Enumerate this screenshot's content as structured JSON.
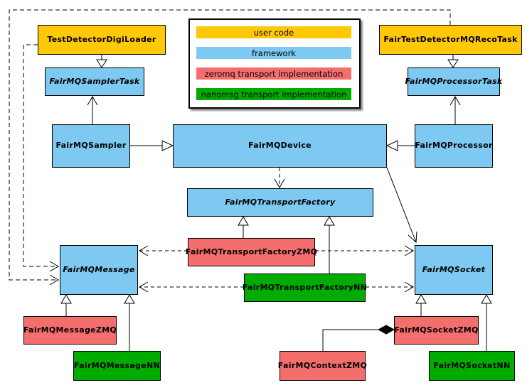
{
  "colors": {
    "user_code": "#FFC808",
    "framework": "#7DC9F1",
    "zeromq": "#F56E6E",
    "nanomsg": "#00AC00",
    "line": "#000000",
    "background": "#FFFFFF"
  },
  "legend": {
    "items": [
      {
        "label": "user code",
        "color_key": "user_code"
      },
      {
        "label": "framework",
        "color_key": "framework"
      },
      {
        "label": "zeromq transport implementation",
        "color_key": "zeromq"
      },
      {
        "label": "nanomsg transport implementation",
        "color_key": "nanomsg"
      }
    ]
  },
  "nodes": {
    "digiloader": {
      "label": "TestDetectorDigiLoader",
      "category": "user code",
      "abstract": false
    },
    "recotask": {
      "label": "FairTestDetectorMQRecoTask",
      "category": "user code",
      "abstract": false
    },
    "samplertask": {
      "label": "FairMQSamplerTask",
      "category": "framework",
      "abstract": true
    },
    "processortask": {
      "label": "FairMQProcessorTask",
      "category": "framework",
      "abstract": true
    },
    "sampler": {
      "label": "FairMQSampler",
      "category": "framework",
      "abstract": false
    },
    "device": {
      "label": "FairMQDevice",
      "category": "framework",
      "abstract": false
    },
    "processor": {
      "label": "FairMQProcessor",
      "category": "framework",
      "abstract": false
    },
    "transportfactory": {
      "label": "FairMQTransportFactory",
      "category": "framework",
      "abstract": true
    },
    "tfzmq": {
      "label": "FairMQTransportFactoryZMQ",
      "category": "zeromq",
      "abstract": false
    },
    "tfnn": {
      "label": "FairMQTransportFactoryNN",
      "category": "nanomsg",
      "abstract": false
    },
    "message": {
      "label": "FairMQMessage",
      "category": "framework",
      "abstract": true
    },
    "socket": {
      "label": "FairMQSocket",
      "category": "framework",
      "abstract": true
    },
    "messagezmq": {
      "label": "FairMQMessageZMQ",
      "category": "zeromq",
      "abstract": false
    },
    "messagenn": {
      "label": "FairMQMessageNN",
      "category": "nanomsg",
      "abstract": false
    },
    "socketzmq": {
      "label": "FairMQSocketZMQ",
      "category": "zeromq",
      "abstract": false
    },
    "socketnn": {
      "label": "FairMQSocketNN",
      "category": "nanomsg",
      "abstract": false
    },
    "contextzmq": {
      "label": "FairMQContextZMQ",
      "category": "zeromq",
      "abstract": false
    }
  },
  "edges": [
    {
      "from": "TestDetectorDigiLoader",
      "to": "FairMQSamplerTask",
      "type": "inheritance"
    },
    {
      "from": "FairTestDetectorMQRecoTask",
      "to": "FairMQProcessorTask",
      "type": "inheritance"
    },
    {
      "from": "FairMQSampler",
      "to": "FairMQSamplerTask",
      "type": "association-arrow"
    },
    {
      "from": "FairMQProcessor",
      "to": "FairMQProcessorTask",
      "type": "association-arrow"
    },
    {
      "from": "FairMQSampler",
      "to": "FairMQDevice",
      "type": "inheritance"
    },
    {
      "from": "FairMQProcessor",
      "to": "FairMQDevice",
      "type": "inheritance"
    },
    {
      "from": "FairMQDevice",
      "to": "FairMQTransportFactory",
      "type": "dashed-dependency"
    },
    {
      "from": "FairMQDevice",
      "to": "FairMQSocket",
      "type": "association-arrow"
    },
    {
      "from": "FairMQTransportFactoryZMQ",
      "to": "FairMQTransportFactory",
      "type": "inheritance"
    },
    {
      "from": "FairMQTransportFactoryNN",
      "to": "FairMQTransportFactory",
      "type": "inheritance"
    },
    {
      "from": "FairMQTransportFactoryZMQ",
      "to": "FairMQMessage",
      "type": "dashed-dependency"
    },
    {
      "from": "FairMQTransportFactoryZMQ",
      "to": "FairMQSocket",
      "type": "dashed-dependency"
    },
    {
      "from": "FairMQTransportFactoryNN",
      "to": "FairMQMessage",
      "type": "dashed-dependency"
    },
    {
      "from": "FairMQTransportFactoryNN",
      "to": "FairMQSocket",
      "type": "dashed-dependency"
    },
    {
      "from": "TestDetectorDigiLoader",
      "to": "FairMQMessage",
      "type": "dashed-dependency"
    },
    {
      "from": "FairTestDetectorMQRecoTask",
      "to": "FairMQMessage",
      "type": "dashed-dependency"
    },
    {
      "from": "FairMQMessageZMQ",
      "to": "FairMQMessage",
      "type": "inheritance"
    },
    {
      "from": "FairMQMessageNN",
      "to": "FairMQMessage",
      "type": "inheritance"
    },
    {
      "from": "FairMQSocketZMQ",
      "to": "FairMQSocket",
      "type": "inheritance"
    },
    {
      "from": "FairMQSocketNN",
      "to": "FairMQSocket",
      "type": "inheritance"
    },
    {
      "from": "FairMQSocketZMQ",
      "to": "FairMQContextZMQ",
      "type": "composition"
    }
  ]
}
